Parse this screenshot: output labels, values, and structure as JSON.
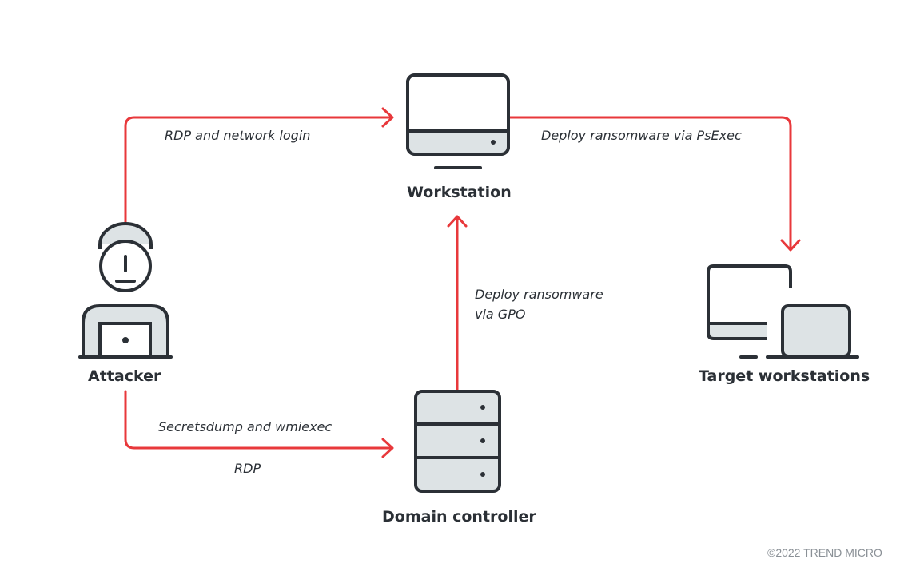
{
  "nodes": {
    "workstation": "Workstation",
    "attacker": "Attacker",
    "target": "Target workstations",
    "domain_controller": "Domain controller"
  },
  "edges": {
    "rdp_login": "RDP and network login",
    "psexec": "Deploy ransomware via PsExec",
    "gpo_line1": "Deploy ransomware",
    "gpo_line2": "via GPO",
    "secretsdump": "Secretsdump and wmiexec",
    "rdp": "RDP"
  },
  "footer": {
    "copyright": "©2022 TREND MICRO"
  },
  "colors": {
    "arrow": "#e8383b",
    "outline": "#2b3036",
    "fill": "#dde3e5"
  },
  "icons": [
    "monitor-icon",
    "hacker-laptop-icon",
    "desktop-laptop-icon",
    "server-icon"
  ]
}
